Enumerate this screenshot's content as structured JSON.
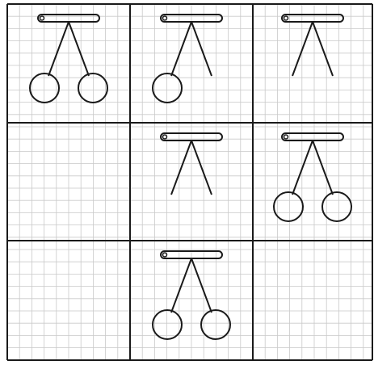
{
  "puzzle": {
    "rows": 3,
    "cols": 3,
    "cells": [
      {
        "row": 0,
        "col": 0,
        "figure": "two-balls"
      },
      {
        "row": 0,
        "col": 1,
        "figure": "left-ball"
      },
      {
        "row": 0,
        "col": 2,
        "figure": "no-balls"
      },
      {
        "row": 1,
        "col": 0,
        "figure": "empty"
      },
      {
        "row": 1,
        "col": 1,
        "figure": "no-balls"
      },
      {
        "row": 1,
        "col": 2,
        "figure": "two-balls"
      },
      {
        "row": 2,
        "col": 0,
        "figure": "empty"
      },
      {
        "row": 2,
        "col": 1,
        "figure": "two-balls"
      },
      {
        "row": 2,
        "col": 2,
        "figure": "empty"
      }
    ]
  },
  "colors": {
    "ink": "#1a1a1a",
    "grid": "#c9c9c9",
    "background": "#ffffff"
  }
}
